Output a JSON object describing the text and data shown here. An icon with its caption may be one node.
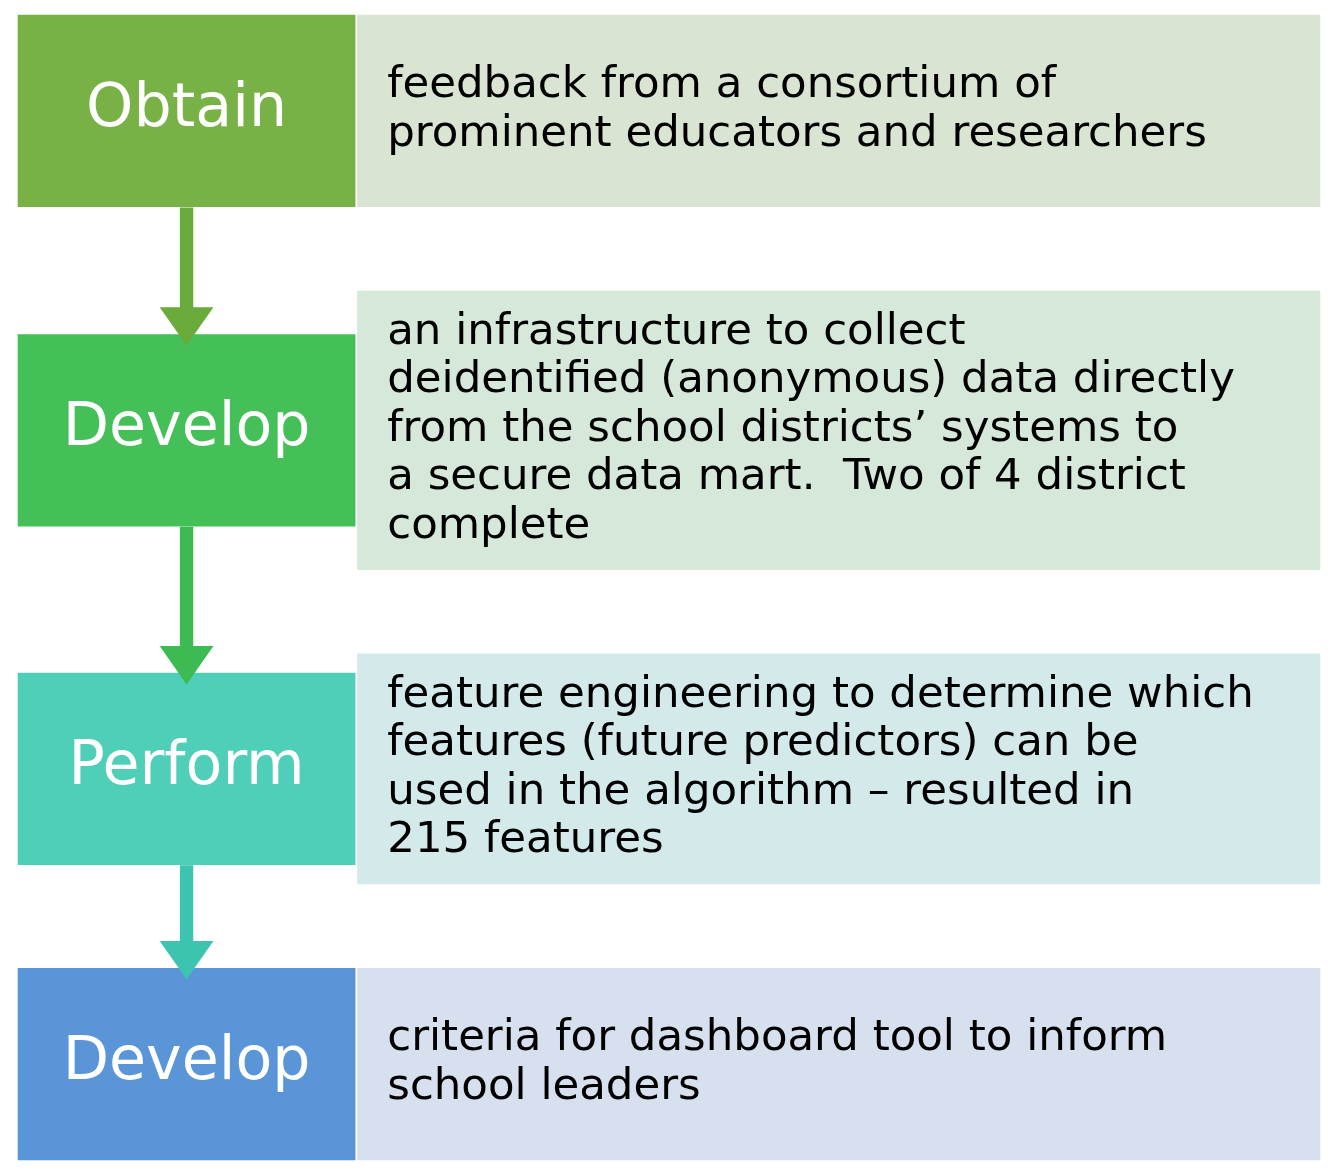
{
  "diagram": {
    "nodes": [
      {
        "text": [
          "Obtain"
        ]
      },
      {
        "text": [
          "feedback from a consortium of prominent educators and researchers"
        ]
      },
      {
        "text": [
          "Develop"
        ]
      },
      {
        "text": [
          "an infrastructure to collect deidentified (anonymous) data directly from the school districts’ systems to a secure data mart.  Two of 4 district complete"
        ]
      },
      {
        "text": [
          "Perform"
        ]
      },
      {
        "text": [
          "feature engineering to determine which features (future predictors) can be used in the algorithm – resulted in 215 features"
        ]
      },
      {
        "text": [
          "Develop"
        ]
      },
      {
        "text": [
          "criteria for dashboard tool to inform school leaders"
        ]
      }
    ],
    "edges": [
      {
        "from": 0,
        "to": 2,
        "arrow": "to",
        "color": "#6aab3c"
      },
      {
        "from": 2,
        "to": 4,
        "arrow": "to",
        "color": "#3dbb52"
      },
      {
        "from": 4,
        "to": 6,
        "arrow": "to",
        "color": "#3cc4b0"
      }
    ]
  }
}
